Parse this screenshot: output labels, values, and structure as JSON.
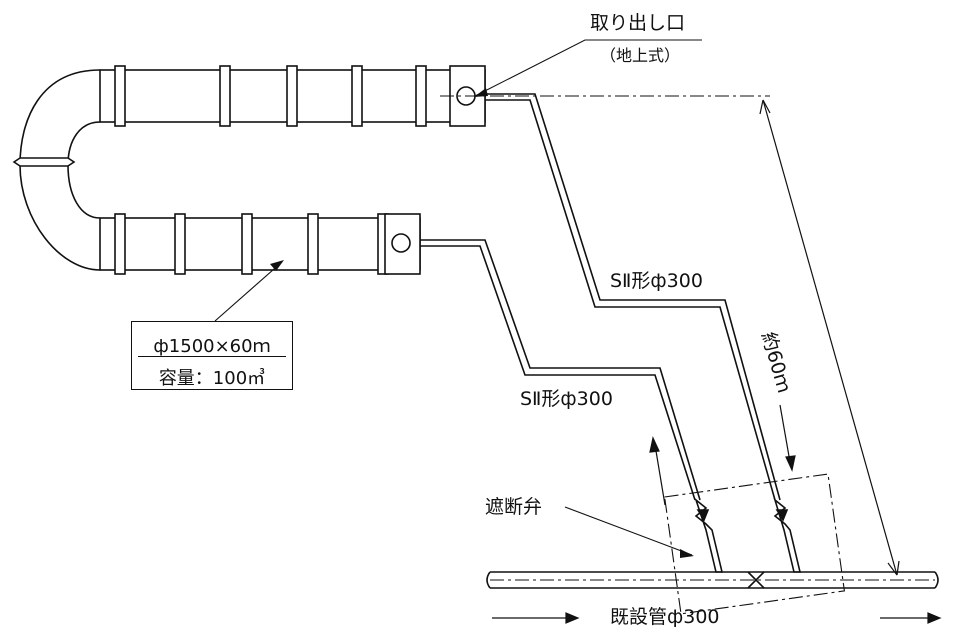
{
  "labels": {
    "outlet": "取り出し口",
    "outlet_type": "（地上式）",
    "pipe_upper": "SⅡ形ф300",
    "pipe_lower": "SⅡ形ф300",
    "tank_size": "ф1500×60ｍ",
    "tank_capacity": "容量：100㎥",
    "length": "約60ｍ",
    "valve": "遮断弁",
    "existing_pipe": "既設管ф300"
  }
}
